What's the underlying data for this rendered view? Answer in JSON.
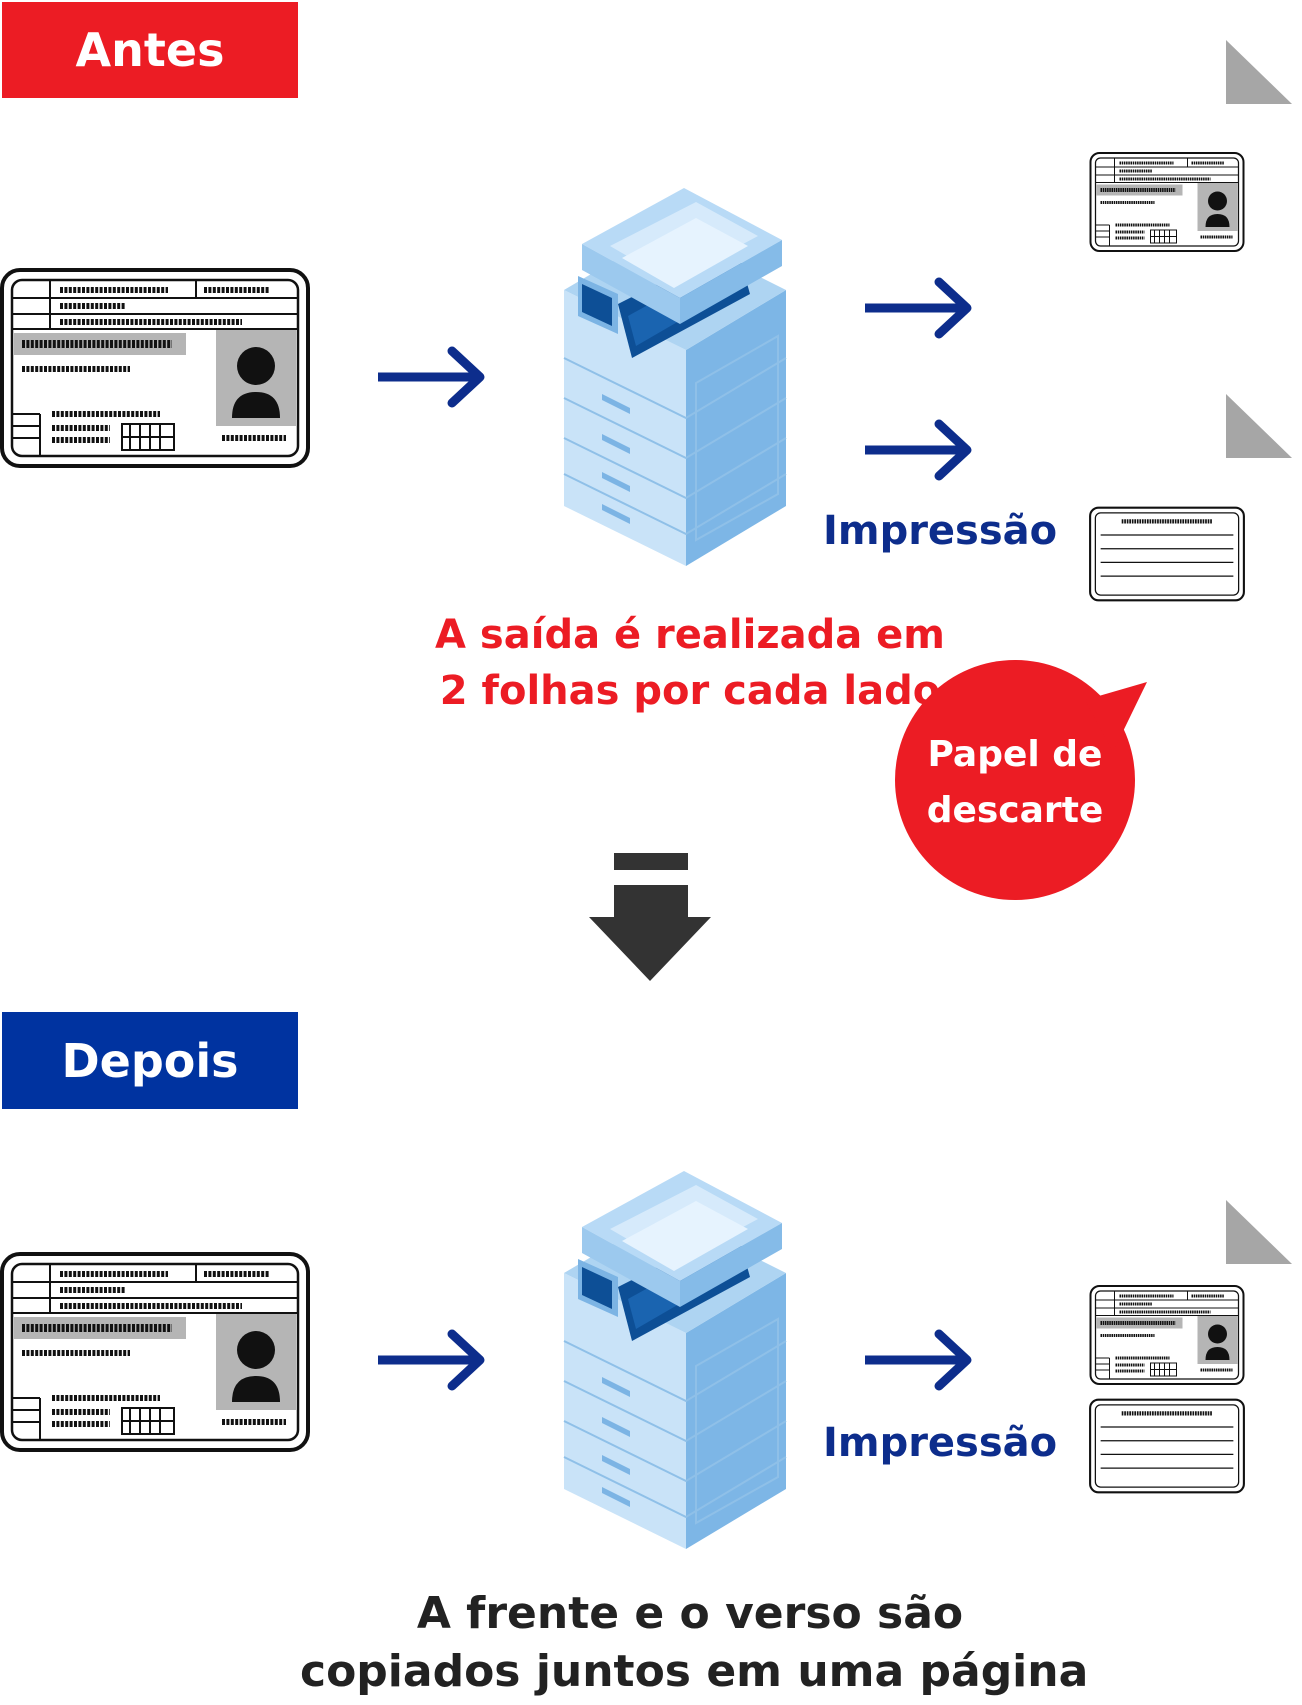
{
  "before": {
    "tag": "Antes",
    "print_label": "Impressão",
    "caption_line1": "A saída é realizada em",
    "caption_line2": "2 folhas por cada lado",
    "bubble_line1": "Papel de",
    "bubble_line2": "descarte"
  },
  "after": {
    "tag": "Depois",
    "print_label": "Impressão",
    "caption_line1": "A frente e o verso são",
    "caption_line2": "copiados juntos em uma página"
  },
  "colors": {
    "before_accent": "#ec1c24",
    "after_accent": "#0033a0",
    "arrow_blue": "#0d2d8c",
    "transition_arrow": "#333333",
    "paper_corner": "#a6a6a6",
    "copier_body": "#aed4f2",
    "copier_dark": "#0d4f96"
  },
  "icons": {
    "id_card": "id-card-front-icon",
    "id_card_back": "id-card-back-icon",
    "copier": "multifunction-printer-icon",
    "arrow": "arrow-right-icon",
    "down_arrow": "down-arrow-icon",
    "paper": "paper-sheet-icon",
    "bubble": "speech-bubble-icon"
  }
}
